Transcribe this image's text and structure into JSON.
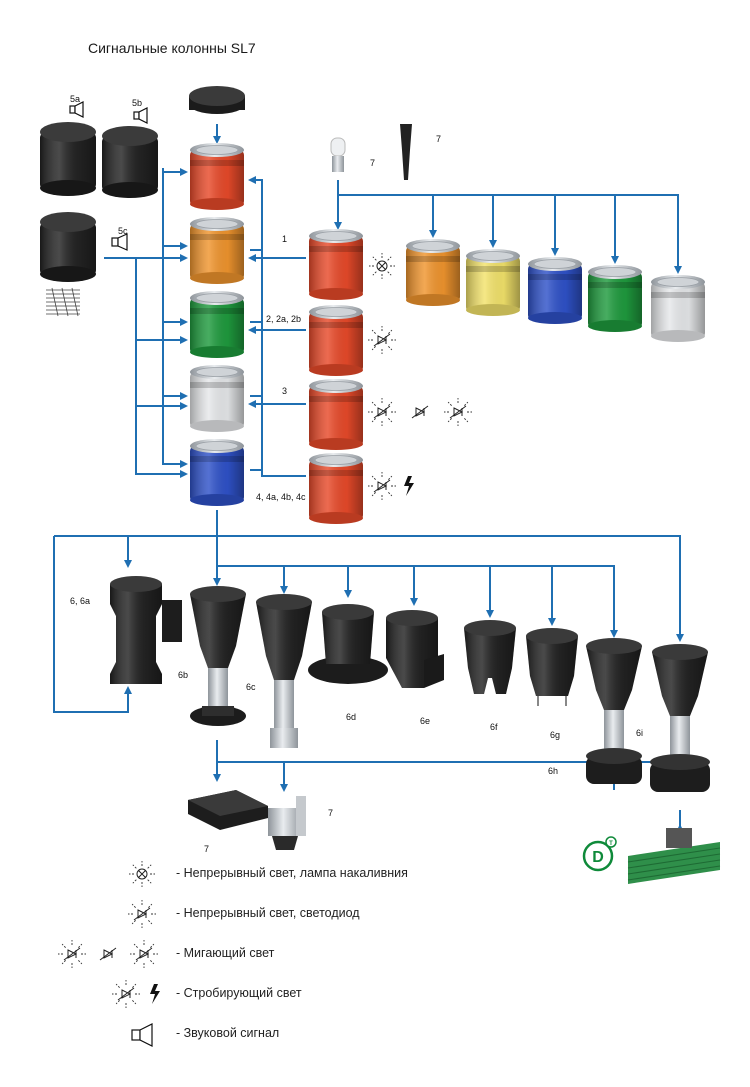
{
  "title": "Сигнальные колонны SL7",
  "colors": {
    "arrow": "#1f6fb2",
    "red": "#e84a2a",
    "orange": "#f0952e",
    "yellow": "#f3e36b",
    "blue": "#2f52c9",
    "green": "#1f9b3e",
    "clear": "#e6e8ea",
    "black": "#222222",
    "brand_green": "#0f8a3a"
  },
  "labels": {
    "l_5a": "5a",
    "l_5b": "5b",
    "l_5c": "5c",
    "l_1": "1",
    "l_2": "2, 2a, 2b",
    "l_3": "3",
    "l_4": "4, 4a, 4b, 4c",
    "l_7_lamp": "7",
    "l_7_led": "7",
    "l_6a": "6, 6a",
    "l_6b": "6b",
    "l_6c": "6c",
    "l_6d": "6d",
    "l_6e": "6e",
    "l_6f": "6f",
    "l_6g": "6g",
    "l_6h": "6h",
    "l_6i": "6i",
    "l_7_bracket": "7",
    "l_7_angle": "7"
  },
  "icons": {
    "buzzer": "buzzer-icon",
    "lamp": "incandescent-lamp-icon",
    "led": "led-icon",
    "flash": "flashing-light-icon",
    "strobe": "lightning-icon",
    "sound_levels": "sound-level-icon",
    "brand": "dt-logo-icon"
  },
  "legend": [
    {
      "icon": "incandescent-lamp-icon",
      "text": "- Непрерывный свет, лампа накаливния"
    },
    {
      "icon": "led-icon",
      "text": "- Непрерывный свет, светодиод"
    },
    {
      "icon": "flashing-light-icon",
      "text": "- Мигающий свет"
    },
    {
      "icon": "strobe-light-icon",
      "text": "- Стробирующий свет"
    },
    {
      "icon": "buzzer-icon",
      "text": "- Звуковой сигнал"
    }
  ]
}
